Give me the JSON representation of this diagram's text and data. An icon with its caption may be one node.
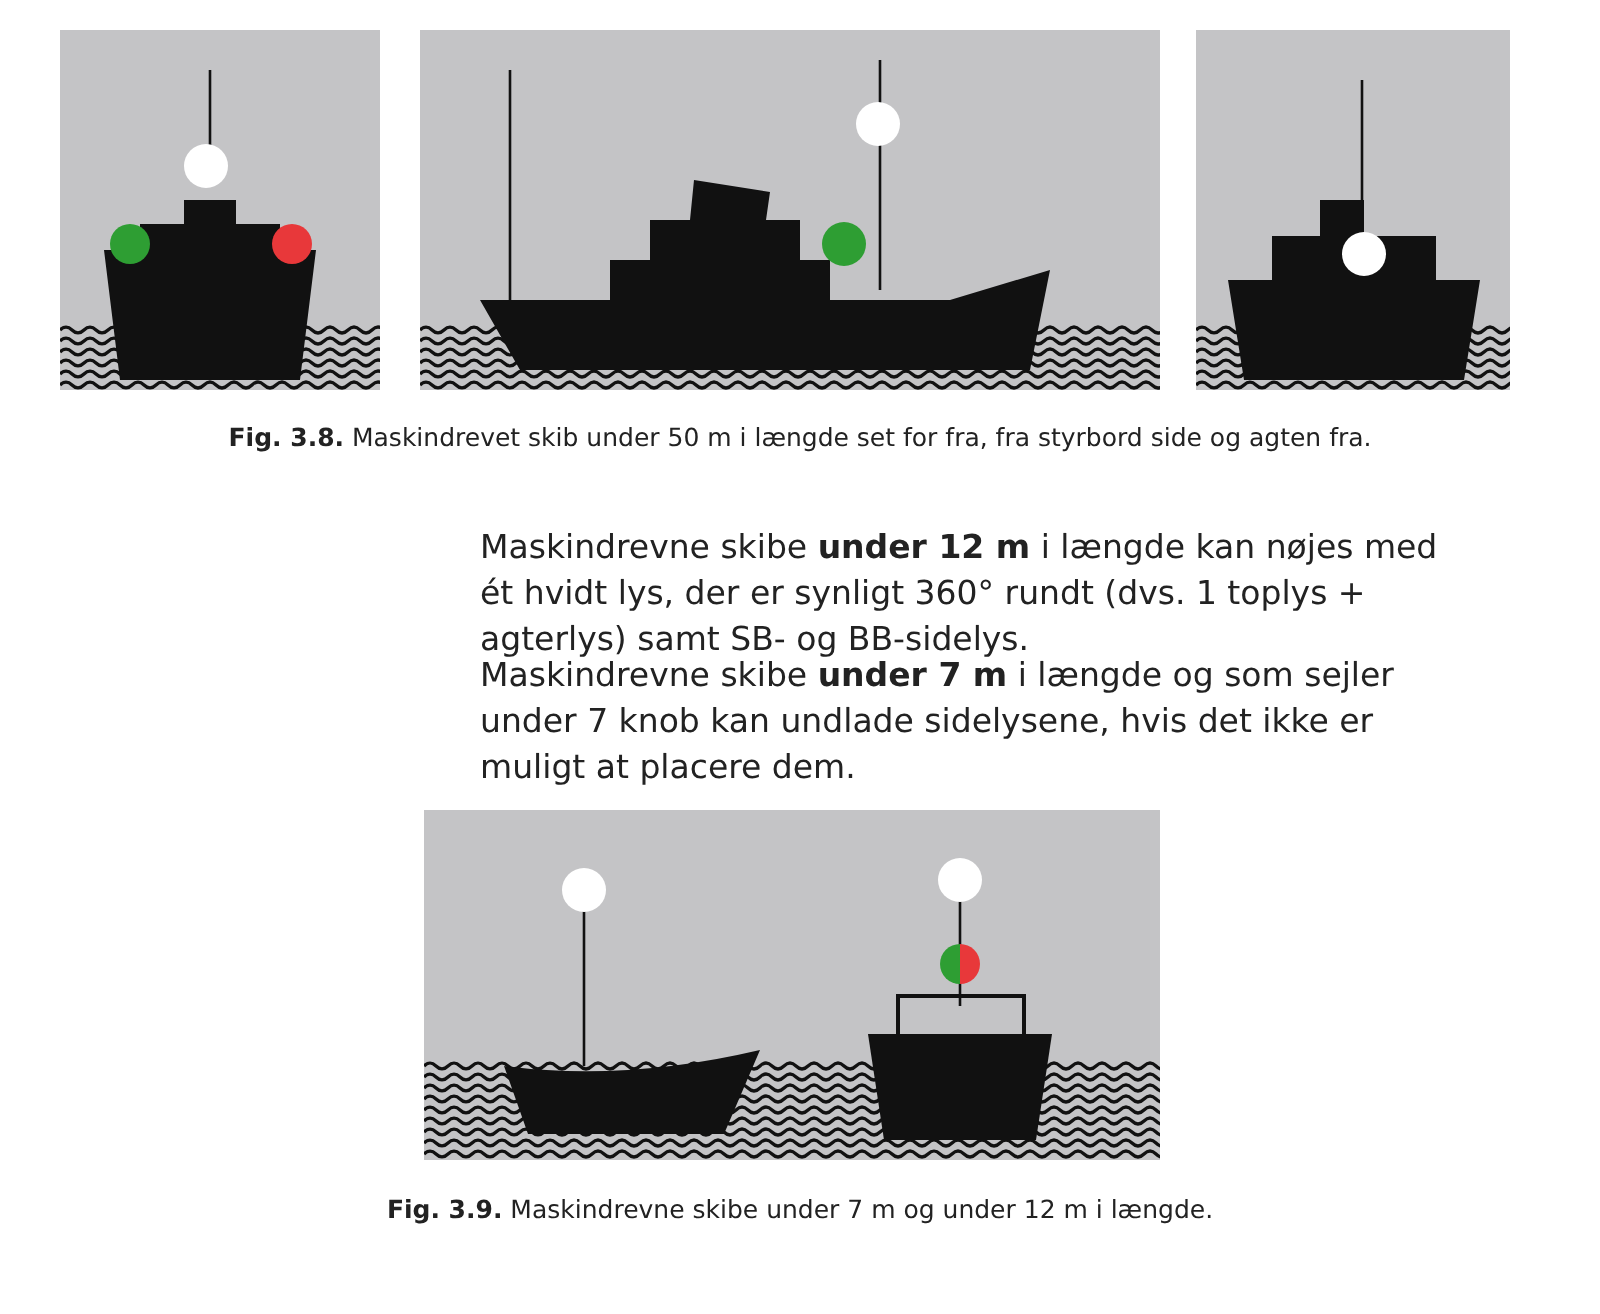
{
  "diagram": {
    "labels": [
      "**Fig. 3.8.** Maskindrevet skib under 50 m i længde set for fra, fra styrbord side og agten fra.",
      "Maskindrevne skibe **under 12 m** i længde kan nøjes med ét hvidt lys, der er synligt 360° rundt (dvs. 1 toplys + agterlys) samt SB- og BB-sidelys.",
      "Maskindrevne skibe **under 7 m** i længde og som sejler under 7 knob kan undlade sidelysene, hvis det ikke er muligt at placere dem.",
      "**Fig. 3.9.** Maskindrevne skibe under 7 m og under 12 m i længde."
    ]
  }
}
